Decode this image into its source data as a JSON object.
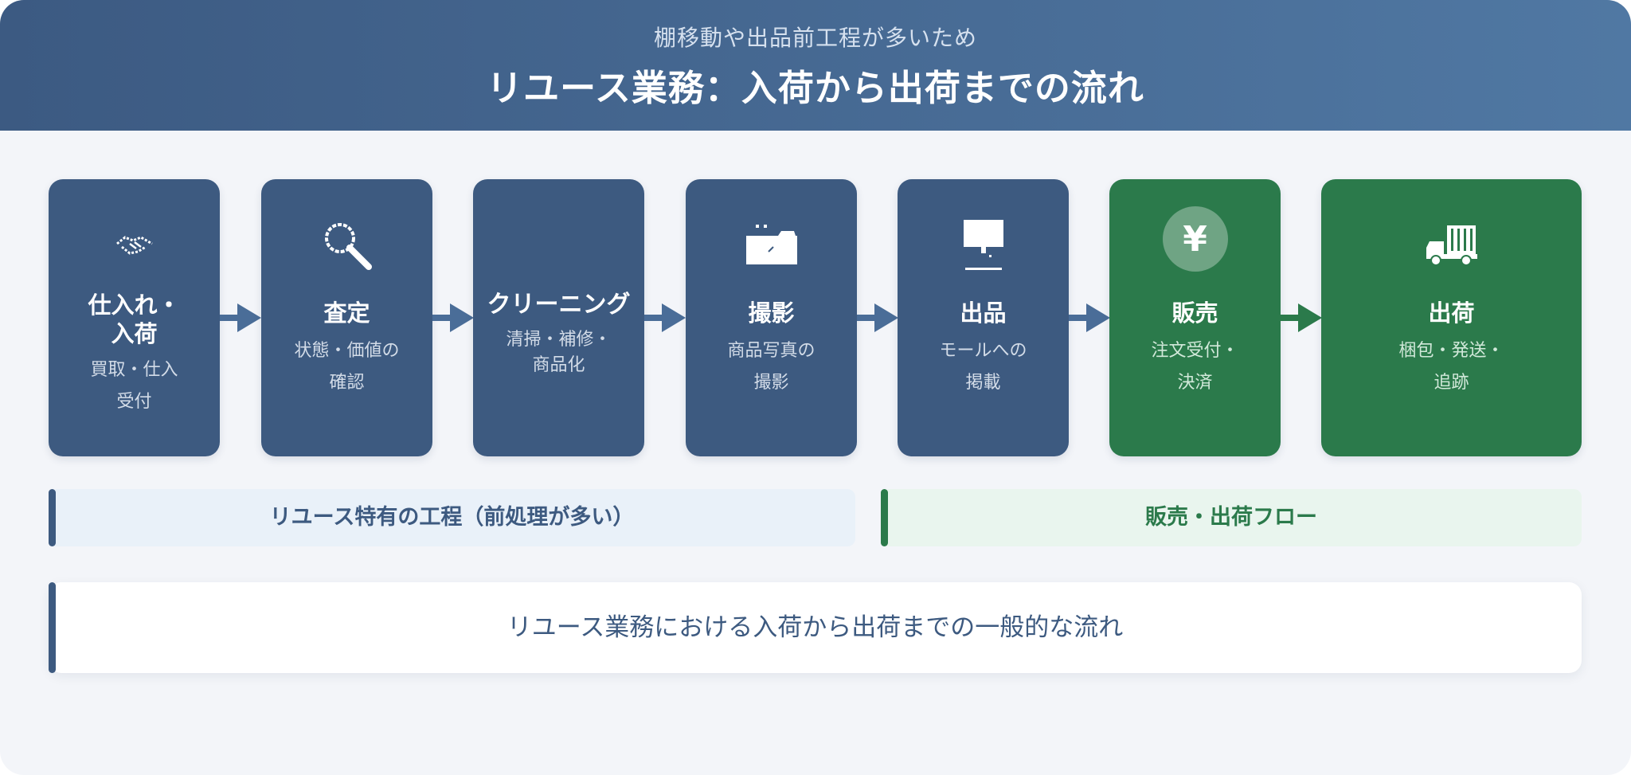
{
  "header": {
    "subtitle": "棚移動や出品前工程が多いため",
    "title": "リユース業務：入荷から出荷までの流れ"
  },
  "steps": [
    {
      "title_lines": [
        "仕入れ・",
        "入荷"
      ],
      "desc_lines": [
        "買取・仕入",
        "受付"
      ],
      "icon": "handshake-icon",
      "color": "#3d5a80"
    },
    {
      "title_lines": [
        "査定"
      ],
      "desc_lines": [
        "状態・価値の",
        "確認"
      ],
      "icon": "magnifier-icon",
      "color": "#3d5a80"
    },
    {
      "title_lines": [
        "クリーニング"
      ],
      "desc_lines": [
        "清掃・補修・",
        "商品化"
      ],
      "icon": "",
      "color": "#3d5a80"
    },
    {
      "title_lines": [
        "撮影"
      ],
      "desc_lines": [
        "商品写真の",
        "撮影"
      ],
      "icon": "camera-icon",
      "color": "#3d5a80"
    },
    {
      "title_lines": [
        "出品"
      ],
      "desc_lines": [
        "モールへの",
        "掲載"
      ],
      "icon": "monitor-icon",
      "color": "#3d5a80"
    },
    {
      "title_lines": [
        "販売"
      ],
      "desc_lines": [
        "注文受付・",
        "決済"
      ],
      "icon": "yen-icon",
      "icon_text": "¥",
      "color": "#2b7a4b"
    },
    {
      "title_lines": [
        "出荷"
      ],
      "desc_lines": [
        "梱包・発送・",
        "追跡"
      ],
      "icon": "truck-icon",
      "color": "#2b7a4b"
    }
  ],
  "bands": {
    "reuse": "リユース特有の工程（前処理が多い）",
    "sales": "販売・出荷フロー"
  },
  "caption": "リユース業務における入荷から出荷までの一般的な流れ"
}
